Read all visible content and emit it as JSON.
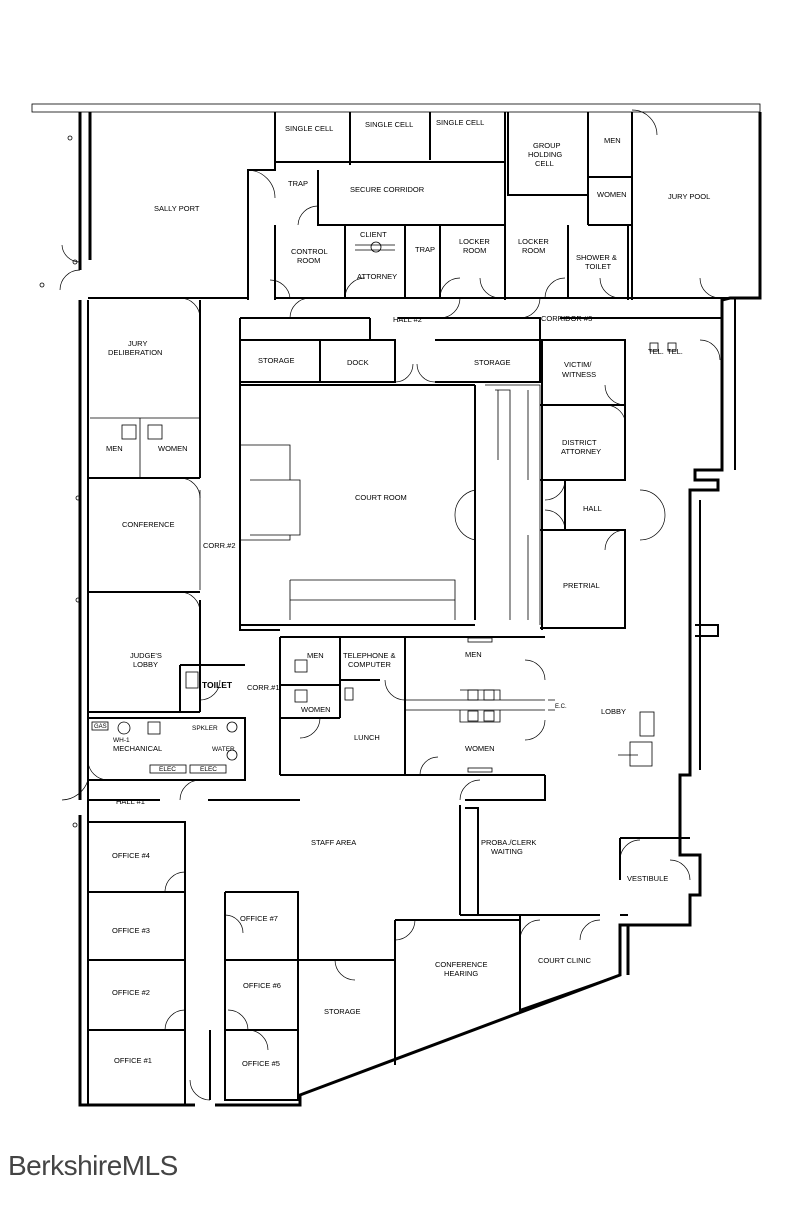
{
  "watermark": "BerkshireMLS",
  "rooms": {
    "single_cell_1": "SINGLE CELL",
    "single_cell_2": "SINGLE CELL",
    "single_cell_3": "SINGLE CELL",
    "group_holding_1": "GROUP",
    "group_holding_2": "HOLDING",
    "group_holding_3": "CELL",
    "men_top": "MEN",
    "women_top": "WOMEN",
    "jury_pool": "JURY POOL",
    "sally_port": "SALLY PORT",
    "trap_1": "TRAP",
    "secure_corridor": "SECURE CORRIDOR",
    "control_room_1": "CONTROL",
    "control_room_2": "ROOM",
    "client": "CLIENT",
    "attorney": "ATTORNEY",
    "trap_2": "TRAP",
    "locker_room_a1": "LOCKER",
    "locker_room_a2": "ROOM",
    "locker_room_b1": "LOCKER",
    "locker_room_b2": "ROOM",
    "shower_1": "SHOWER &",
    "shower_2": "TOILET",
    "hall_2": "HALL #2",
    "corridor_3": "CORRIDOR #3",
    "tel_1": "TEL.",
    "tel_2": "TEL.",
    "jury_delib_1": "JURY",
    "jury_delib_2": "DELIBERATION",
    "storage_1": "STORAGE",
    "dock": "DOCK",
    "storage_2": "STORAGE",
    "victim_1": "VICTIM/",
    "victim_2": "WITNESS",
    "men_jury": "MEN",
    "women_jury": "WOMEN",
    "district_1": "DISTRICT",
    "district_2": "ATTORNEY",
    "court_room": "COURT ROOM",
    "hall_right": "HALL",
    "conference": "CONFERENCE",
    "corr_2": "CORR.#2",
    "pretrial": "PRETRIAL",
    "judges_1": "JUDGE'S",
    "judges_2": "LOBBY",
    "toilet": "TOILET",
    "men_mid": "MEN",
    "women_mid": "WOMEN",
    "telephone_1": "TELEPHONE &",
    "telephone_2": "COMPUTER",
    "men_lobby": "MEN",
    "women_lobby": "WOMEN",
    "lunch": "LUNCH",
    "corr_1": "CORR.#1",
    "lobby": "LOBBY",
    "ec": "E.C.",
    "gas": "GAS",
    "wh1": "WH-1",
    "spkler": "SPKLER",
    "mechanical": "MECHANICAL",
    "water": "WATER",
    "elec_1": "ELEC",
    "elec_2": "ELEC",
    "hall_1": "HALL #1",
    "staff_area": "STAFF AREA",
    "proba_1": "PROBA./CLERK",
    "proba_2": "WAITING",
    "vestibule": "VESTIBULE",
    "office_4": "OFFICE #4",
    "office_7": "OFFICE #7",
    "office_3": "OFFICE #3",
    "conference_hearing_1": "CONFERENCE",
    "conference_hearing_2": "HEARING",
    "court_clinic": "COURT CLINIC",
    "office_6": "OFFICE #6",
    "office_2": "OFFICE #2",
    "storage_3": "STORAGE",
    "office_1": "OFFICE #1",
    "office_5": "OFFICE #5"
  }
}
